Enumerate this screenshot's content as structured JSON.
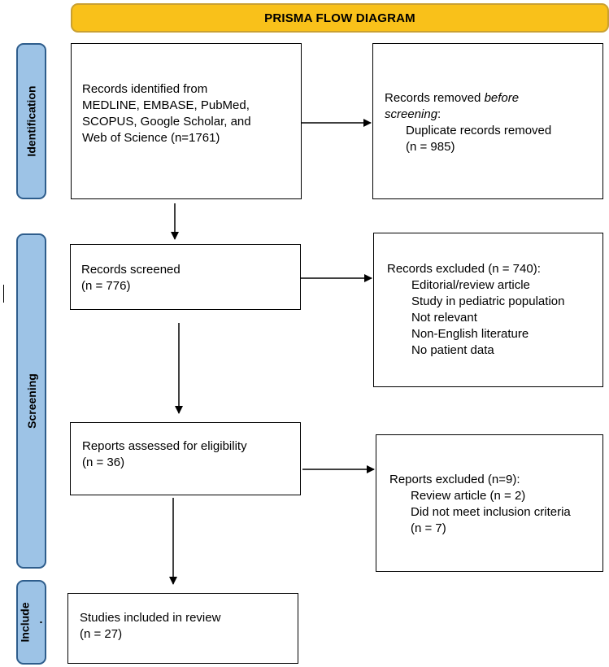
{
  "title": "PRISMA FLOW DIAGRAM",
  "stages": {
    "identification": "Identification",
    "screening": "Screening",
    "include": "Include\n."
  },
  "identification": {
    "records_identified": [
      "Records identified from",
      "MEDLINE, EMBASE, PubMed,",
      "SCOPUS, Google Scholar, and",
      "Web of Science (n=1761)"
    ],
    "records_removed": {
      "heading_prefix": "Records removed ",
      "heading_emphasis_1": "before",
      "heading_emphasis_2": "screening",
      "heading_suffix": ":",
      "item": "Duplicate records removed",
      "count": "(n = 985)"
    }
  },
  "screening": {
    "records_screened": [
      "Records screened",
      "(n = 776)"
    ],
    "records_excluded": {
      "heading": "Records excluded (n = 740):",
      "items": [
        "Editorial/review article",
        "Study in pediatric population",
        "Not relevant",
        "Non-English literature",
        "No patient data"
      ]
    },
    "reports_assessed": [
      "Reports assessed for eligibility",
      "(n = 36)"
    ],
    "reports_excluded": {
      "heading": "Reports excluded (n=9):",
      "items": [
        "Review article (n = 2)",
        "Did not meet inclusion criteria",
        "(n = 7)"
      ]
    }
  },
  "included": {
    "studies_included": [
      "Studies included in review",
      "(n = 27)"
    ]
  },
  "colors": {
    "title_fill": "#f9c11a",
    "stage_fill": "#9dc3e6",
    "stage_border": "#2e5d8c"
  }
}
